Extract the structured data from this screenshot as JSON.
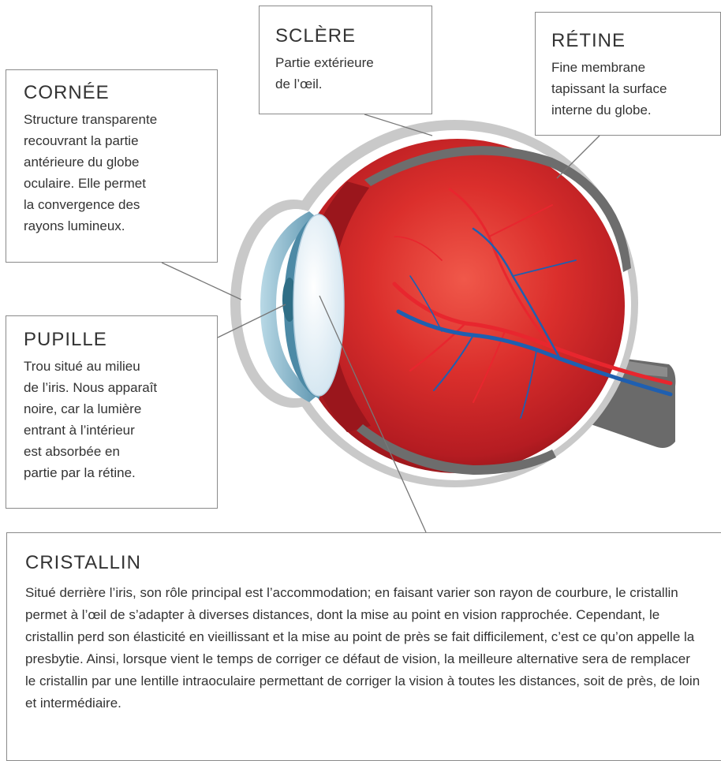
{
  "labels": {
    "cornee": {
      "title": "CORNÉE",
      "text": "Structure transparente\nrecouvrant la partie\nantérieure du globe\noculaire. Elle permet\nla convergence des\nrayons lumineux."
    },
    "sclere": {
      "title": "SCLÈRE",
      "text": "Partie extérieure\nde l’œil."
    },
    "retine": {
      "title": "RÉTINE",
      "text": "Fine membrane\ntapissant la surface\ninterne du globe."
    },
    "pupille": {
      "title": "PUPILLE",
      "text": "Trou situé au milieu\nde l’iris. Nous apparaît\nnoire, car la lumière\nentrant à l’intérieur\nest absorbée en\npartie par la rétine."
    },
    "cristallin": {
      "title": "CRISTALLIN",
      "text": "Situé derrière l’iris, son rôle principal est l’accommodation; en faisant varier son rayon de courbure, le cristallin permet à l’œil de s’adapter à diverses distances, dont la mise au point en vision rapprochée.  Cependant, le cristallin perd son élasticité en vieillissant et la mise au point de près se fait difficilement, c’est ce qu’on appelle la presbytie.  Ainsi, lorsque vient le temps de corriger ce défaut de vision, la meilleure alternative sera de remplacer le cristallin par une lentille intraoculaire permettant de corriger la vision à toutes les distances, soit de près, de loin et intermédiaire."
    }
  },
  "colors": {
    "sclera": "#c9c9c9",
    "eyeball": "#c8242b",
    "eyeball_dark": "#8e1418",
    "cornea": "#7fb3c9",
    "lens": "#e8f2f8",
    "artery": "#e8262e",
    "vein": "#1f5fb0",
    "retina_band": "#6d6d6d",
    "leader": "#777777"
  }
}
